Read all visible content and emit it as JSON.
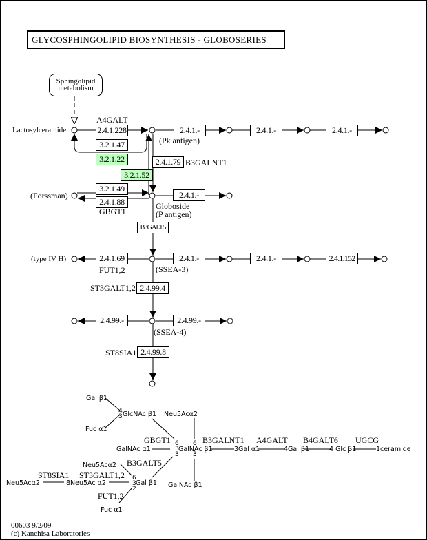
{
  "title": "GLYCOSPHINGOLIPID  BIOSYNTHESIS - GLOBOSERIES",
  "map_link": {
    "line1": "Sphingolipid",
    "line2": "metabolism"
  },
  "colors": {
    "enzyme_highlight": "#bfffbf",
    "line": "#000000",
    "background": "#ffffff"
  },
  "compounds": {
    "lactosylceramide": "Lactosylceramide",
    "pk_antigen": "(Pk antigen)",
    "forssman": "(Forssman)",
    "globoside_1": "Globoside",
    "globoside_2": "(P antigen)",
    "type_iv_h": "(type IV H)",
    "ssea3": "(SSEA-3)",
    "ssea4": "(SSEA-4)"
  },
  "enzymes": {
    "e_2_4_1_228": "2.4.1.228",
    "e_3_2_1_47": "3.2.1.47",
    "e_3_2_1_22": "3.2.1.22",
    "e_3_2_1_52": "3.2.1.52",
    "e_2_4_1_79": "2.4.1.79",
    "e_2_4_1_r1a": "2.4.1.-",
    "e_2_4_1_r1b": "2.4.1.-",
    "e_2_4_1_r1c": "2.4.1.-",
    "e_3_2_1_49": "3.2.1.49",
    "e_2_4_1_88": "2.4.1.88",
    "e_2_4_1_r2": "2.4.1.-",
    "b3galt5": "B3GALT5",
    "e_2_4_1_69": "2.4.1.69",
    "e_2_4_1_r3a": "2.4.1.-",
    "e_2_4_1_r3b": "2.4.1.-",
    "e_2_4_1_152": "2.4.1.152",
    "e_2_4_99_4": "2.4.99.4",
    "e_2_4_99_r_left": "2.4.99.-",
    "e_2_4_99_r_right": "2.4.99.-",
    "e_2_4_99_8": "2.4.99.8"
  },
  "gene_labels": {
    "a4galt": "A4GALT",
    "b3galnt1": "B3GALNT1",
    "gbgt1": "GBGT1",
    "fut12": "FUT1,2",
    "st3galt12": "ST3GALT1,2",
    "st8sia1": "ST8SIA1"
  },
  "glycan": {
    "gal_b1": "Gal β1",
    "fuc_a1_top": "Fuc α1",
    "glcnac": "GlcNAc β1",
    "glcnac_pos_top": "4",
    "glcnac_pos_bot": "3",
    "neu5ac_top": "Neu5Acα2",
    "gbgt1": "GBGT1",
    "galnac_a1": "GalNAc α1",
    "galnac_center": "GalNAc β1",
    "center_pos_6a": "6",
    "center_pos_3a": "3",
    "center_pos_3b": "3",
    "center_pos_6b": "6",
    "center_pos_3c": "3",
    "b3galnt1": "B3GALNT1",
    "gal_a1": "3Gal α1",
    "a4galt": "A4GALT",
    "gal_b1_4": "4Gal β1",
    "b4galt6": "B4GALT6",
    "glc_b1": "4 Glc β1",
    "ugcg": "UGCG",
    "ceramide": "1ceramide",
    "galnac_b1_bottom": "GalNAc β1",
    "neu5ac_a2_mid": "Neu5Acα2",
    "b3galt5": "B3GALT5",
    "st8sia1": "ST8SIA1",
    "st3galt12": "ST3GALT1,2",
    "neu5ac_a2_left": "Neu5Acα2",
    "neu5ac_8": "8Neu5Ac α2",
    "gal_b1_lower": "Gal β1",
    "gal_pos_6": "6",
    "gal_pos_3": "3",
    "gal_pos_2": "2",
    "fut12": "FUT1,2",
    "fuc_a1_bottom": "Fuc  α1"
  },
  "footer": {
    "line1": "00603 9/2/09",
    "line2": "(c) Kanehisa Laboratories"
  }
}
